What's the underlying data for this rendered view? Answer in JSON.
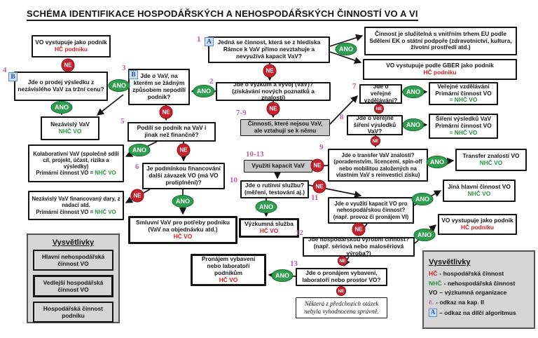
{
  "title": "SCHÉMA IDENTIFIKACE HOSPODÁŘSKÝCH A NEHOSPODÁŘSKÝCH ČINNOSTÍ VO A VI",
  "labels": {
    "ano": "ANO",
    "ne": "NE"
  },
  "colors": {
    "hc_red": "#d01f26",
    "nhc_green": "#27923e",
    "ano_badge_green": "#2e9d4d",
    "ne_badge_red": "#c2202d",
    "step_number_pink": "#ba5fa5",
    "ref_badge_blue": "#1f4e9c",
    "gray_box": "#c9c9c9"
  },
  "nodes": {
    "out_podnik_tl": {
      "text": "VO vystupuje jako podnik",
      "tag": "HČ podniku"
    },
    "q4": {
      "num": "4",
      "ref": "B",
      "text": "Jde o prodej výsledku z nezávislého VaV za tržní cenu?"
    },
    "out_nezavisly": {
      "text": "Nezávislý VaV",
      "tag": "NHČ VO"
    },
    "q3": {
      "num": "3",
      "ref": "B",
      "text": "Jde o VaV, na kterém se žádným způsobem nepodílí podnik?"
    },
    "q5": {
      "num": "5",
      "text": "Podílí se podnik na VaV i jinak než finančně?"
    },
    "out_kolab": {
      "text": "Kolaborativní VaV (společně sdílí cíl, projekt, účast, rizika a výsledky)",
      "pre": "Primární činnost VO =",
      "tag": "NHČ VO"
    },
    "out_dary": {
      "text": "Nezávislý VaV financovaný dary, z nadací atd.",
      "pre": "Primární činnost VO =",
      "tag": "NHČ VO"
    },
    "q6": {
      "num": "6",
      "text": "Je podmínkou financování další závazek VO (má VO protiplnění)?"
    },
    "out_smluvni": {
      "text": "Smluvní VaV pro potřeby podniku",
      "sub": "(VaV na objednávku atd.)",
      "tag": "HČ VO"
    },
    "q1": {
      "num": "1",
      "ref": "A",
      "text": "Jedná se činnost, která se z hlediska Rámce k VaV přímo nevztahuje a nevyužívá kapacit VaV?"
    },
    "out_slucitelna": {
      "text": "Činnost je slučitelná s vnitřním trhem EU podle Sdělení EK o státní podpoře (zdravotnictví, kultura, životní prostředí atd.)"
    },
    "out_gber": {
      "text": "VO vystupuje podle GBER jako podnik",
      "tag": "HČ podniku"
    },
    "q2": {
      "num": "2",
      "text": "Jde o výzkum a vývoj (VaV)?",
      "sub": "(získávání nových poznatků a znalostí)"
    },
    "gray79": {
      "num": "7-9",
      "text": "Činnosti, které nejsou VaV, ale vztahují se k němu"
    },
    "q7": {
      "num": "7",
      "text": "Jde o veřejné vzdělávání?"
    },
    "out_vzdelavani": {
      "text": "Veřejné vzdělávání",
      "pre": "Primární činnost VO",
      "tag": "= NHČ VO"
    },
    "q8": {
      "num": "8",
      "text": "Jde o veřejné šíření výsledků VaV?"
    },
    "out_sireni": {
      "text": "Šíření výsledků VaV",
      "pre": "Primární činnost VO",
      "tag": "= NHČ VO"
    },
    "q9": {
      "num": "9",
      "text": "Jde o transfer VaV znalostí?",
      "sub": "(poradenstvím, licencemi, spin-off nebo mobilitou založených na vlastním VaV s reinvesticí zisku)"
    },
    "out_transfer": {
      "text": "Transfer znalostí VO",
      "tag": "NHČ VO"
    },
    "gray1013": {
      "num": "10-13",
      "text": "Využití kapacit VaV"
    },
    "q10": {
      "num": "10",
      "text": "Jde o rutinní službu?",
      "sub": "(měření, testování aj.)"
    },
    "out_sluzba": {
      "text": "Výzkumná služba",
      "tag": "HČ VO"
    },
    "q11": {
      "num": "11",
      "text": "Jde o využití kapacit VO pro nehospodářskou činnost?",
      "sub": "(např. provoz či pronájem VI)"
    },
    "out_jina": {
      "text": "Jiná hlavní činnost VO",
      "tag": "NHČ VO"
    },
    "q12": {
      "num": "12",
      "text": "Jde hospodářskou výrobní činnost?",
      "sub": "(např. sériová nebo malosériová výroba?)"
    },
    "out_podnik_r": {
      "text": "VO vystupuje jako podnik",
      "tag": "HČ podniku"
    },
    "q13": {
      "num": "13",
      "text": "Jde o pronájem vybavení, laboratoří nebo prostor VO?"
    },
    "out_pronajem": {
      "text": "Pronájem vybavení nebo laboratoří podnikům",
      "tag": "HČ VO"
    },
    "note": {
      "text": "Některá z předchozích otázek nebyla vyhodnocena správně."
    }
  },
  "legend_left": {
    "title": "Vysvětlivky",
    "items": [
      "Hlavní nehospodářská činnost VO",
      "Vedlejší hospodářská činnost VO",
      "Hospodářská činnost podniku"
    ]
  },
  "legend_right": {
    "title": "Vysvětlivky",
    "items": [
      {
        "term": "HČ",
        "desc": "- hospodářská činnost"
      },
      {
        "term": "NHČ",
        "desc": "- nehospodářská činnost"
      },
      {
        "term": "VO",
        "desc": "– výzkumná organizace"
      },
      {
        "term": "č.",
        "desc": "- odkaz na kap. II"
      },
      {
        "term": "A",
        "desc": "– odkaz na dílčí algoritmus"
      }
    ]
  }
}
